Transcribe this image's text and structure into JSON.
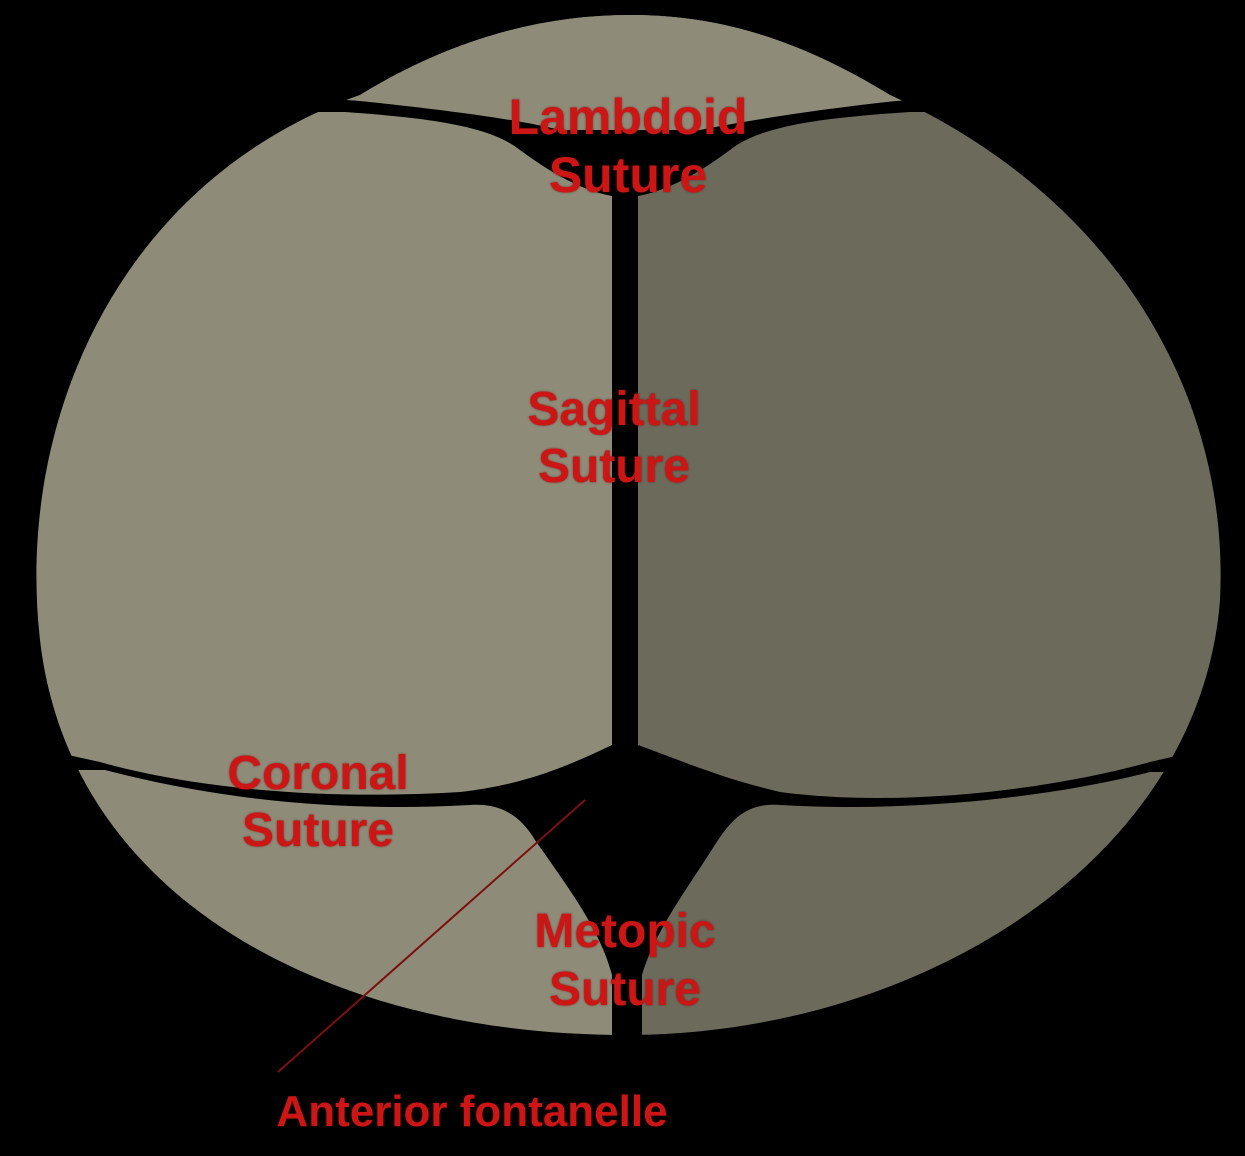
{
  "diagram": {
    "labels": {
      "lambdoid": {
        "line1": "Lambdoid",
        "line2": "Suture"
      },
      "sagittal": {
        "line1": "Sagittal",
        "line2": "Suture"
      },
      "coronal": {
        "line1": "Coronal",
        "line2": "Suture"
      },
      "metopic": {
        "line1": "Metopic",
        "line2": "Suture"
      },
      "fontanelle": "Anterior fontanelle"
    },
    "colors": {
      "background": "#000000",
      "bone_light": "#8e8c78",
      "bone_dark": "#6c6b5b",
      "suture": "#000000",
      "label_red": "#cc1515",
      "pointer_line": "#7a1010"
    }
  }
}
